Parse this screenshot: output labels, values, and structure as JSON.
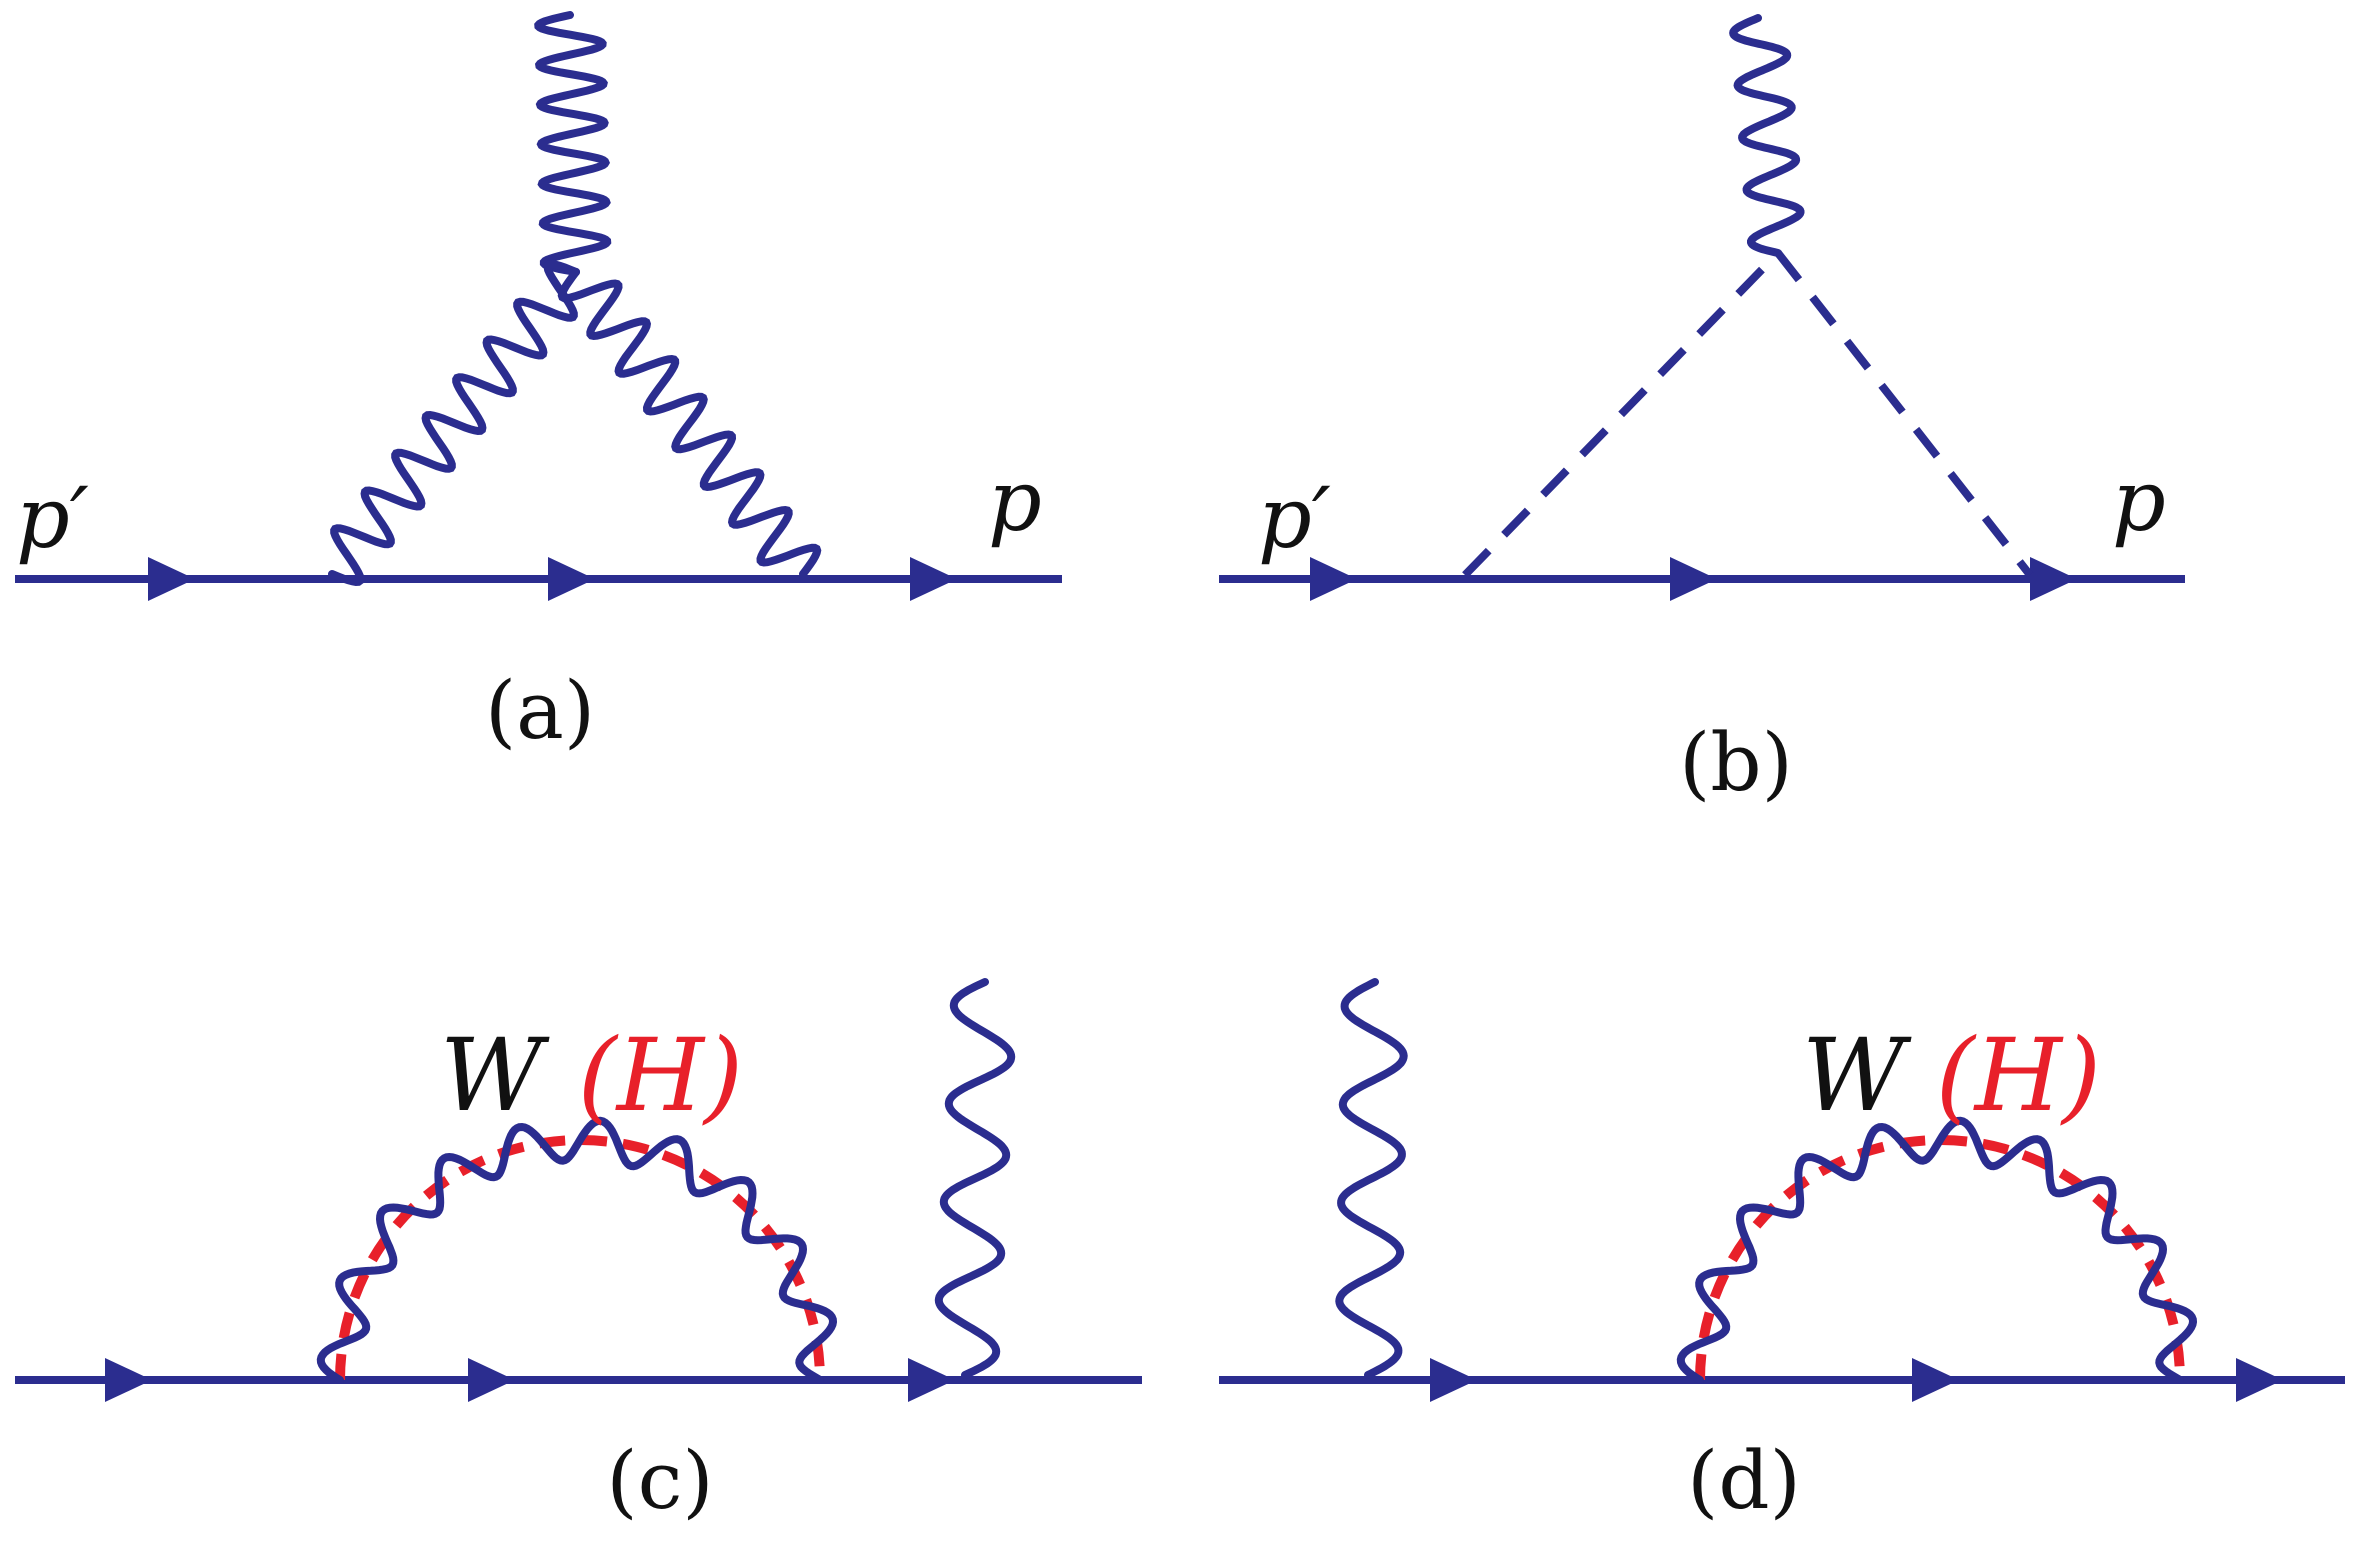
{
  "colors": {
    "line": "#2b2d8f",
    "highlight": "#e8202a",
    "text": "#111111"
  },
  "diagram_a": {
    "caption": "(a)",
    "incoming_label": "p′",
    "outgoing_label": "p"
  },
  "diagram_b": {
    "caption": "(b)",
    "incoming_label": "p′",
    "outgoing_label": "p"
  },
  "diagram_c": {
    "caption": "(c)",
    "loop_label_w": "W",
    "loop_label_h": "(H)"
  },
  "diagram_d": {
    "caption": "(d)",
    "loop_label_w": "W",
    "loop_label_h": "(H)"
  }
}
